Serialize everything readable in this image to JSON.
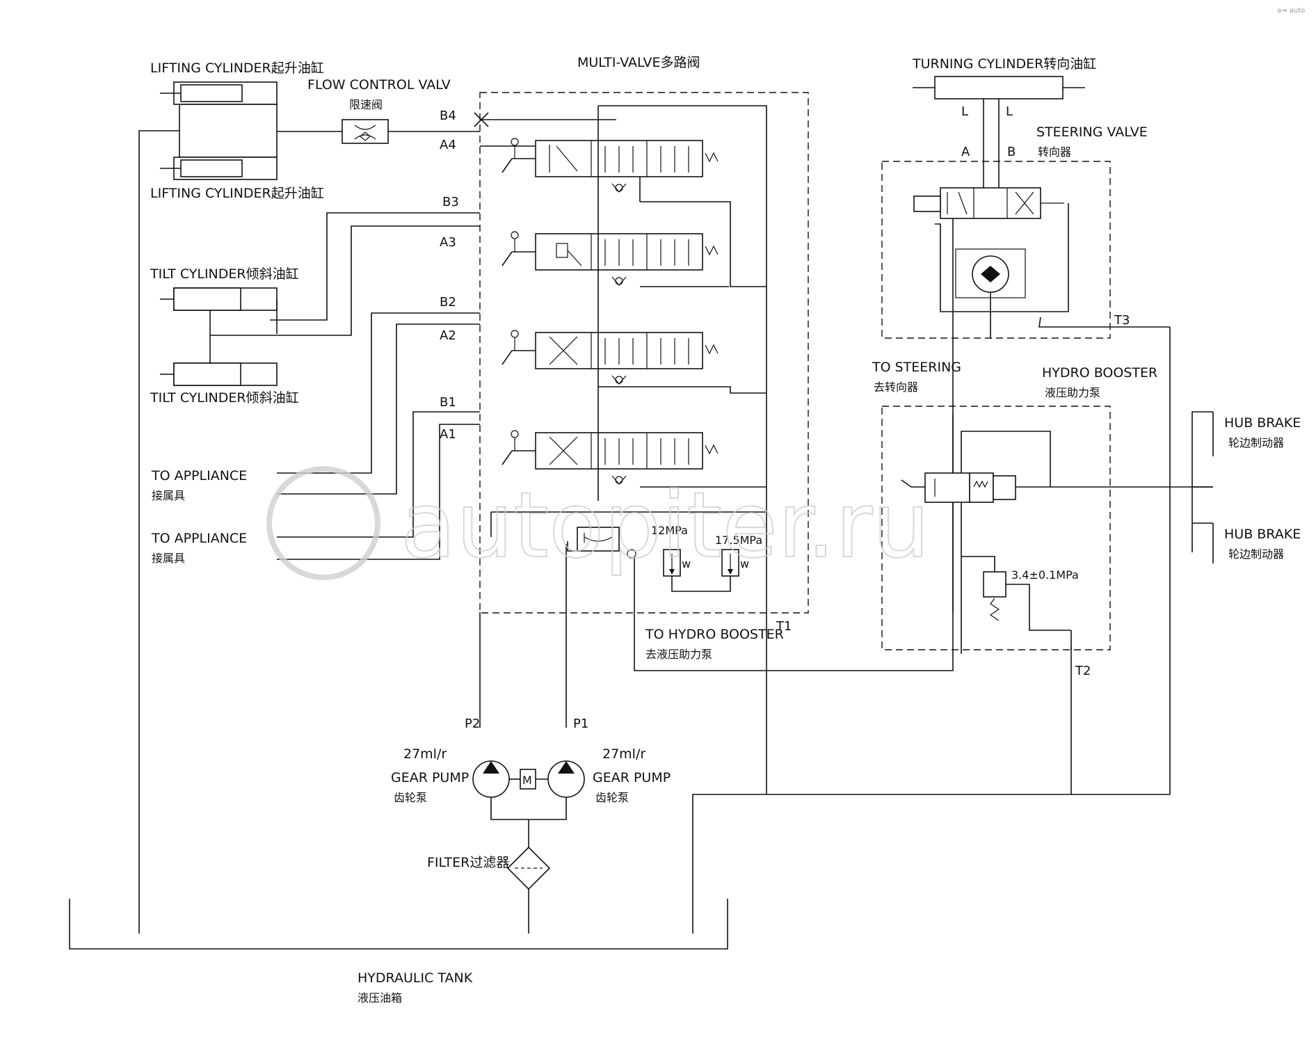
{
  "labels": {
    "lifting_cylinder_top": "LIFTING CYLINDER起升油缸",
    "lifting_cylinder_bottom": "LIFTING CYLINDER起升油缸",
    "flow_control_valve": "FLOW CONTROL VALV",
    "flow_control_valve_cn": "限速阀",
    "multi_valve": "MULTI-VALVE多路阀",
    "turning_cylinder": "TURNING CYLINDER转向油缸",
    "steering_valve": "STEERING VALVE",
    "steering_valve_cn": "转向器",
    "tilt_cylinder_top": "TILT CYLINDER倾斜油缸",
    "tilt_cylinder_bottom": "TILT CYLINDER倾斜油缸",
    "to_appliance_1": "TO APPLIANCE",
    "to_appliance_1_cn": "接属具",
    "to_appliance_2": "TO APPLIANCE",
    "to_appliance_2_cn": "接属具",
    "to_steering": "TO STEERING",
    "to_steering_cn": "去转向器",
    "hydro_booster": "HYDRO BOOSTER",
    "hydro_booster_cn": "液压助力泵",
    "hub_brake_1": "HUB BRAKE",
    "hub_brake_1_cn": "轮边制动器",
    "hub_brake_2": "HUB BRAKE",
    "hub_brake_2_cn": "轮边制动器",
    "to_hydro_booster": "TO HYDRO BOOSTER",
    "to_hydro_booster_cn": "去液压助力泵",
    "pressure_12": "12MPa",
    "pressure_17_5": "17.5MPa",
    "pressure_3_4": "3.4±0.1MPa",
    "gear_pump_left": "GEAR PUMP",
    "gear_pump_left_cn": "齿轮泵",
    "gear_pump_right": "GEAR PUMP",
    "gear_pump_right_cn": "齿轮泵",
    "displacement_left": "27ml/r",
    "displacement_right": "27ml/r",
    "filter": "FILTER过滤器",
    "hydraulic_tank": "HYDRAULIC TANK",
    "hydraulic_tank_cn": "液压油箱",
    "motor": "M"
  },
  "ports": {
    "b4": "B4",
    "a4": "A4",
    "b3": "B3",
    "a3": "A3",
    "b2": "B2",
    "a2": "A2",
    "b1": "B1",
    "a1": "A1",
    "t1": "T1",
    "t2": "T2",
    "t3": "T3",
    "p1": "P1",
    "p2": "P2",
    "steer_a": "A",
    "steer_b": "B",
    "l_left": "L",
    "l_right": "L"
  },
  "watermark": {
    "text": "autopiter.ru",
    "corner": "a⇒ auto"
  }
}
